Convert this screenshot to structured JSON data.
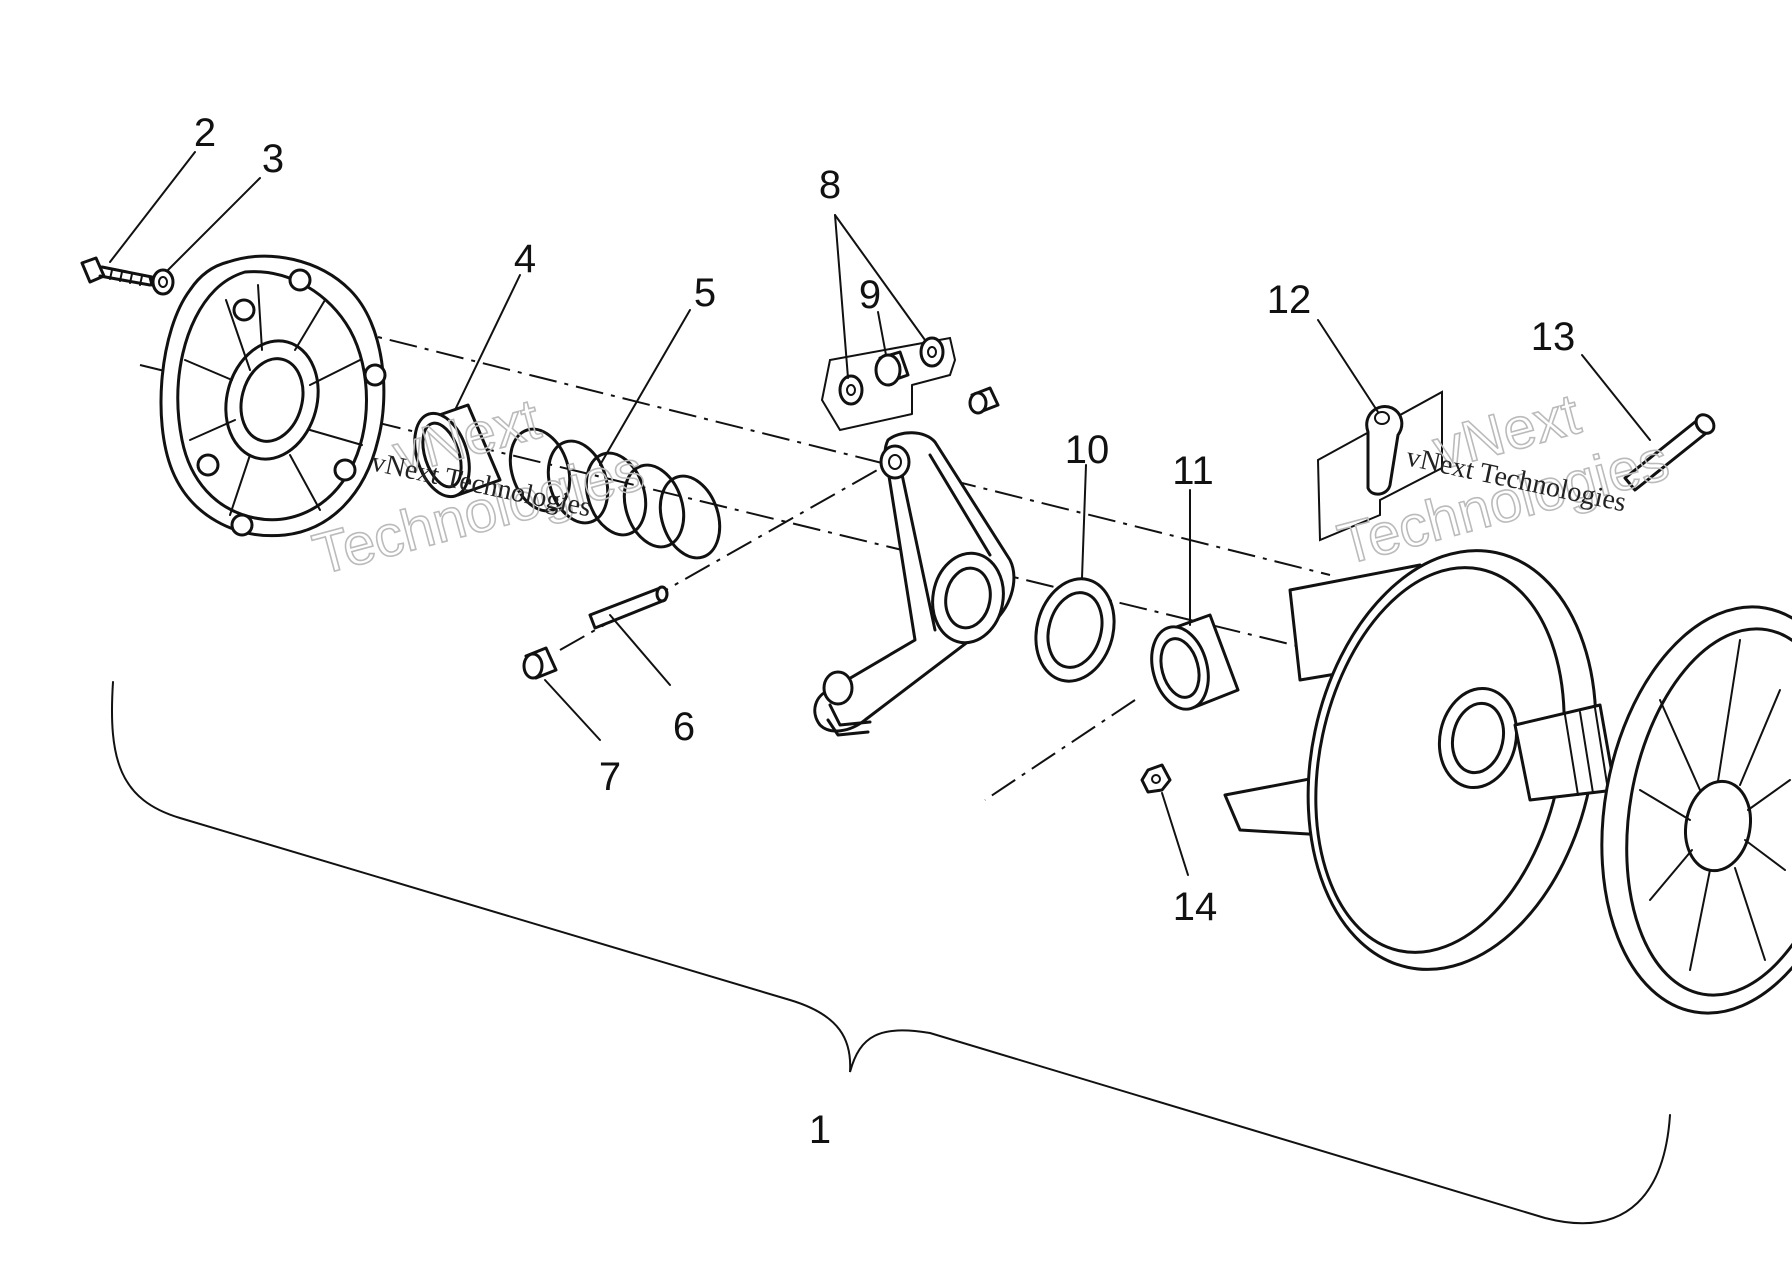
{
  "diagram": {
    "callouts": {
      "c1": "1",
      "c2": "2",
      "c3": "3",
      "c4": "4",
      "c5": "5",
      "c6": "6",
      "c7": "7",
      "c8": "8",
      "c9": "9",
      "c10": "10",
      "c11": "11",
      "c12": "12",
      "c13": "13",
      "c14": "14"
    },
    "watermark": {
      "line1": "vNext",
      "line2": "Technologies",
      "small": "vNext Technologies"
    }
  }
}
